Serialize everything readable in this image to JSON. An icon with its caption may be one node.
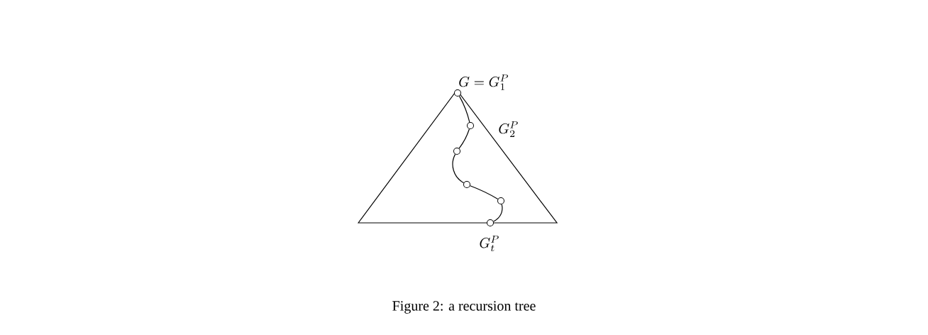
{
  "diagram": {
    "caption": "Figure 2: a recursion tree",
    "nodes": [
      {
        "text": [],
        "shape": "circle",
        "beside": [
          "G = G_1^P"
        ]
      },
      {
        "text": [],
        "shape": "circle",
        "beside": [
          "G_2^P"
        ]
      },
      {
        "text": [],
        "shape": "circle"
      },
      {
        "text": [],
        "shape": "circle"
      },
      {
        "text": [],
        "shape": "circle"
      },
      {
        "text": [],
        "shape": "circle",
        "beside": [
          "G_t^P"
        ]
      }
    ],
    "edges": [
      {
        "from": 0,
        "to": 1,
        "arrow": "none"
      },
      {
        "from": 1,
        "to": 2,
        "arrow": "none"
      },
      {
        "from": 2,
        "to": 3,
        "arrow": "none"
      },
      {
        "from": 3,
        "to": 4,
        "arrow": "none"
      },
      {
        "from": 4,
        "to": 5,
        "arrow": "none"
      }
    ]
  }
}
